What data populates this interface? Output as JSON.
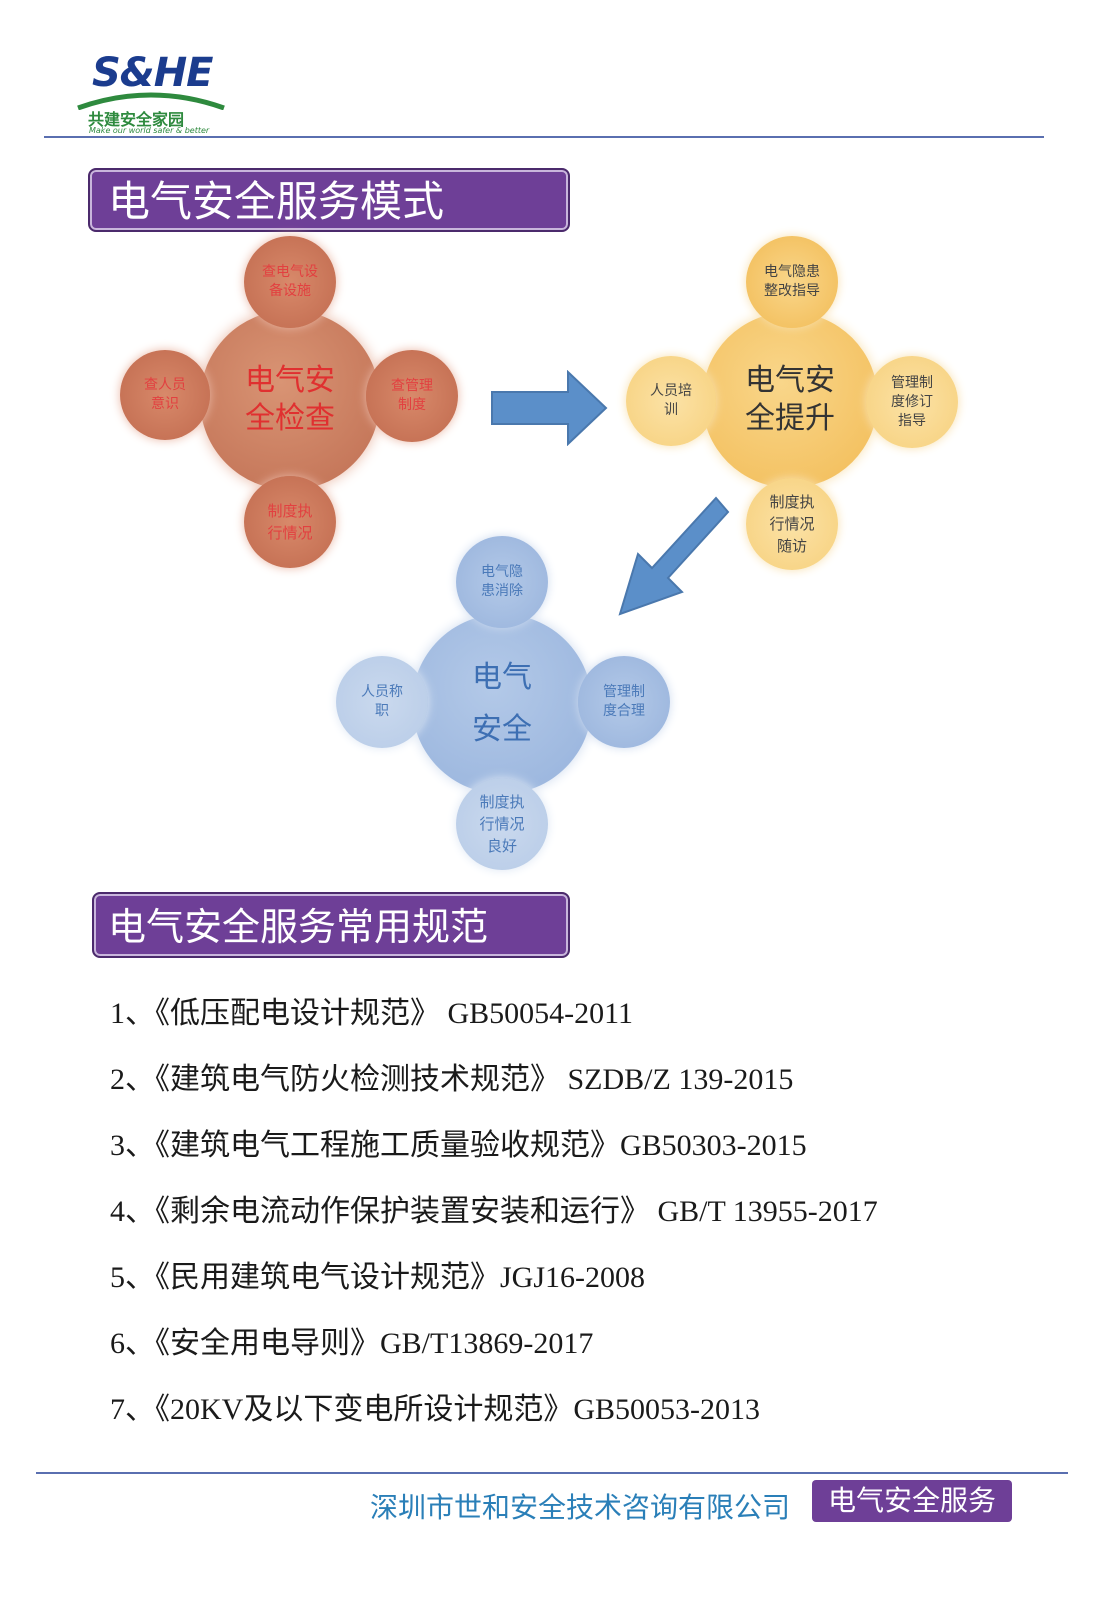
{
  "logo": {
    "brand": "S&HE",
    "slogan_cn": "共建安全家园",
    "slogan_en": "Make our world safer & better"
  },
  "section1": {
    "title": "电气安全服务模式"
  },
  "stage_check": {
    "center": "电气安全检查",
    "top": "查电气设备设施",
    "left": "查人员意识",
    "right": "查管理制度",
    "bottom": "制度执行情况"
  },
  "stage_improve": {
    "center": "电气安全提升",
    "top": "电气隐患整改指导",
    "left": "人员培训",
    "right": "管理制度修订指导",
    "bottom": "制度执行情况随访"
  },
  "stage_safe": {
    "center": "电气安全",
    "top": "电气隐患消除",
    "left": "人员称职",
    "right": "管理制度合理",
    "bottom": "制度执行情况良好"
  },
  "colors": {
    "purple_banner": "#6e3f97",
    "check_color": "#c9775a",
    "improve_color": "#f5c56a",
    "safe_color": "#9bb7de",
    "arrow_color": "#5b8fc9",
    "footer_text": "#2a7fb8"
  },
  "section2": {
    "title": "电气安全服务常用规范"
  },
  "norms": [
    "1、《低压配电设计规范》 GB50054-2011",
    "2、《建筑电气防火检测技术规范》 SZDB/Z 139-2015",
    "3、《建筑电气工程施工质量验收规范》GB50303-2015",
    "4、《剩余电流动作保护装置安装和运行》 GB/T 13955-2017",
    "5、《民用建筑电气设计规范》JGJ16-2008",
    "6、《安全用电导则》GB/T13869-2017",
    "7、《20KV及以下变电所设计规范》GB50053-2013"
  ],
  "footer": {
    "company": "深圳市世和安全技术咨询有限公司",
    "tag": "电气安全服务"
  }
}
